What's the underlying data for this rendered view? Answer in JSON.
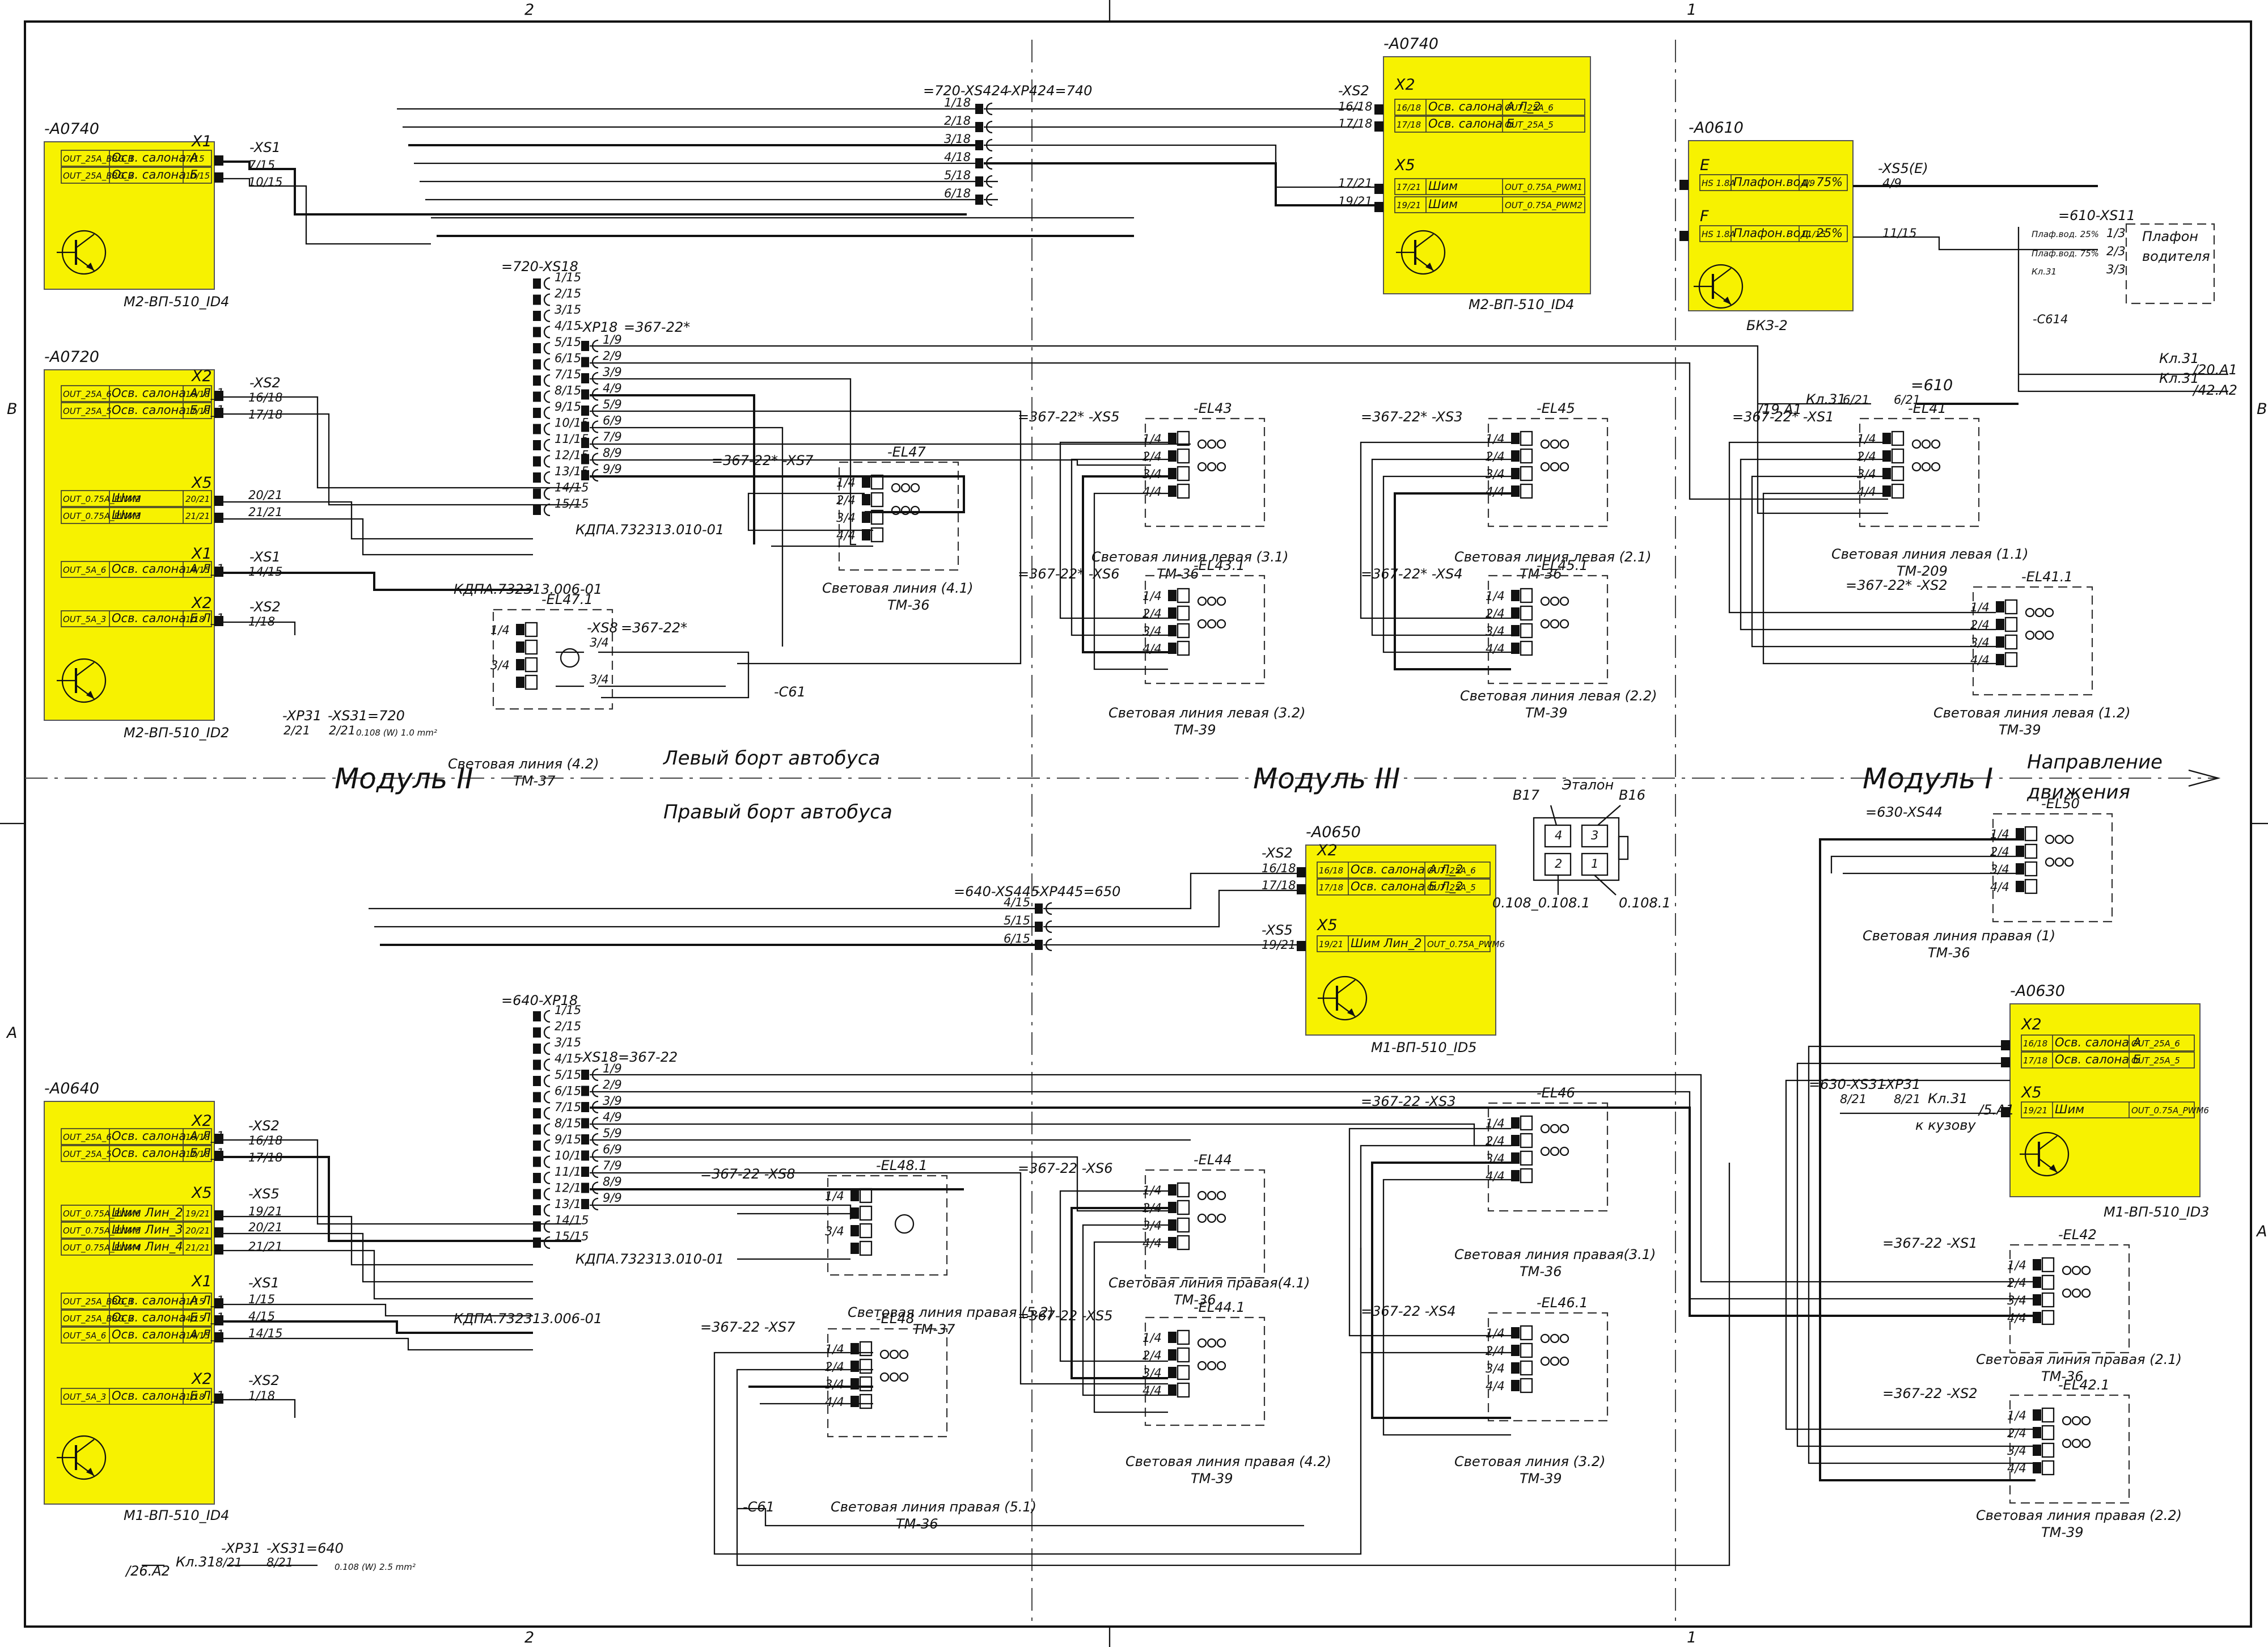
{
  "sheet": {
    "col_left": "2",
    "col_right": "1",
    "row_top": "B",
    "row_bottom": "A"
  },
  "zones": {
    "module2": "Модуль II",
    "module3": "Модуль III",
    "module1": "Модуль I",
    "left_side": "Левый борт автобуса",
    "right_side": "Правый борт автобуса",
    "direction_1": "Направление",
    "direction_2": "движения"
  },
  "colors": {
    "module_fill": "#f7f200"
  },
  "modules": [
    {
      "id": "-A0740",
      "name": "М2-ВП-510_ID4",
      "groups": [
        {
          "conn": "X1",
          "rows": [
            [
              "OUT_25A_BRG_1",
              "Осв. салона А",
              "7/15"
            ],
            [
              "OUT_25A_BRG_2",
              "Осв. салона Б",
              "10/15"
            ]
          ]
        }
      ]
    },
    {
      "id": "-A0720",
      "name": "М2-ВП-510_ID2",
      "groups": [
        {
          "conn": "X2",
          "rows": [
            [
              "OUT_25A_6",
              "Осв. салона А Л_1",
              "16/18"
            ],
            [
              "OUT_25A_5",
              "Осв. салона Б Л_1",
              "17/18"
            ]
          ]
        },
        {
          "conn": "X5",
          "rows": [
            [
              "OUT_0.75A_PWM2",
              "Шим",
              "20/21"
            ],
            [
              "OUT_0.75A_PWM3",
              "Шим",
              "21/21"
            ]
          ]
        },
        {
          "conn": "X1",
          "rows": [
            [
              "OUT_5A_6",
              "Осв. салона А Л_1",
              "14/15"
            ]
          ]
        },
        {
          "conn": "X2",
          "rows": [
            [
              "OUT_5A_3",
              "Осв. салона Б Л_1",
              "1/18"
            ]
          ]
        }
      ]
    },
    {
      "id": "-A0740",
      "name": "М2-ВП-510_ID4",
      "groups": [
        {
          "conn": "X2",
          "rows": [
            [
              "16/18",
              "Осв. салона А Л_2",
              "OUT_25A_6"
            ],
            [
              "17/18",
              "Осв. салона Б",
              "OUT_25A_5"
            ]
          ]
        },
        {
          "conn": "X5",
          "rows": [
            [
              "17/21",
              "Шим",
              "OUT_0.75A_PWM1"
            ],
            [
              "19/21",
              "Шим",
              "OUT_0.75A_PWM2"
            ]
          ]
        }
      ]
    },
    {
      "id": "-A0610",
      "name": "БКЗ-2",
      "groups": [
        {
          "conn": "E",
          "rows": [
            [
              "HS 1.8A",
              "Плафон.вод. 75%",
              "4/9"
            ]
          ]
        },
        {
          "conn": "F",
          "rows": [
            [
              "HS 1.8A",
              "Плафон.вод. 25%",
              "11/15"
            ]
          ]
        }
      ]
    },
    {
      "id": "-A0650",
      "name": "М1-ВП-510_ID5",
      "groups": [
        {
          "conn": "X2",
          "rows": [
            [
              "16/18",
              "Осв. салона А Л_2",
              "OUT_25A_6"
            ],
            [
              "17/18",
              "Осв. салона Б Л_2",
              "OUT_25A_5"
            ]
          ]
        },
        {
          "conn": "X5",
          "rows": [
            [
              "19/21",
              "Шим Лин_2",
              "OUT_0.75A_PWM6"
            ]
          ]
        }
      ]
    },
    {
      "id": "-A0630",
      "name": "М1-ВП-510_ID3",
      "groups": [
        {
          "conn": "X2",
          "rows": [
            [
              "16/18",
              "Осв. салона А",
              "OUT_25A_6"
            ],
            [
              "17/18",
              "Осв. салона Б",
              "OUT_25A_5"
            ]
          ]
        },
        {
          "conn": "X5",
          "rows": [
            [
              "19/21",
              "Шим",
              "OUT_0.75A_PWM6"
            ]
          ]
        }
      ]
    },
    {
      "id": "-A0640",
      "name": "М1-ВП-510_ID4",
      "groups": [
        {
          "conn": "X2",
          "rows": [
            [
              "OUT_25A_6",
              "Осв. салона А Л_1",
              "16/18"
            ],
            [
              "OUT_25A_5",
              "Осв. салона Б Л_1",
              "17/18"
            ]
          ]
        },
        {
          "conn": "X5",
          "rows": [
            [
              "OUT_0.75A_PWM6",
              "Шим Лин_2",
              "19/21"
            ],
            [
              "OUT_0.75A_PWM5",
              "Шим Лин_3",
              "20/21"
            ],
            [
              "OUT_0.75A_PWM4",
              "Шим Лин_4",
              "21/21"
            ]
          ]
        },
        {
          "conn": "X1",
          "rows": [
            [
              "OUT_25A_BRG_1",
              "Осв. салона А Л_1",
              "1/15"
            ],
            [
              "OUT_25A_BRG_2",
              "Осв. салона Б Л_1",
              "4/15"
            ],
            [
              "OUT_5A_6",
              "Осв. салона А Л_1",
              "14/15"
            ]
          ]
        },
        {
          "conn": "X2",
          "rows": [
            [
              "OUT_5A_3",
              "Осв. салона Б Л_1",
              "1/18"
            ]
          ]
        }
      ]
    }
  ],
  "connectors": {
    "xs1_a": "-XS1",
    "xs1_a_pins": [
      "7/15",
      "10/15"
    ],
    "xs2_b": "-XS2",
    "xs2_b_pins": [
      "16/18",
      "17/18"
    ],
    "xs5_b": "-XS5",
    "xs5_b_pins": [
      "20/21",
      "21/21"
    ],
    "xs1_b": "-XS1",
    "xs1_b_pin": "14/15",
    "xs2_b2": "-XS2",
    "xs2_b2_pin": "1/18",
    "xp31": "-XP31",
    "xs31": "-XS31=720",
    "xp31_pin": "2/21",
    "xs31_pin": "2/21",
    "xs424": "=720-XS424",
    "xp424": "-XP424=740",
    "xs424_pins": [
      "1/18",
      "2/18",
      "3/18",
      "4/18",
      "5/18",
      "6/18"
    ],
    "xs2_c": "-XS2",
    "xs2_c_pins": [
      "16/18",
      "17/18"
    ],
    "xs5_c": "-XS5",
    "xs5_c_pins": [
      "17/21",
      "19/21"
    ],
    "xs18_a": "=720-XS18",
    "xs18_a_pins": [
      "1/15",
      "2/15",
      "3/15",
      "4/15",
      "5/15",
      "6/15",
      "7/15",
      "8/15",
      "9/15",
      "10/15",
      "11/15",
      "12/15",
      "13/15",
      "14/15",
      "15/15"
    ],
    "xp18_a": "-XP18",
    "xp18_a_tag": "=367-22*",
    "xp18_a_pins": [
      "1/9",
      "2/9",
      "3/9",
      "4/9",
      "5/9",
      "6/9",
      "7/9",
      "8/9",
      "9/9"
    ],
    "kdpa_010_a": "КДПА.732313.010-01",
    "kdpa_006_a": "КДПА.732313.006-01",
    "xs55": "-XS5(E)",
    "xs55_pins": [
      "4/9",
      "11/15"
    ],
    "xs11": "=610-XS11",
    "xs11_pins": [
      "1/3",
      "2/3",
      "3/3"
    ],
    "plafon_1": "Плафон",
    "plafon_2": "водителя",
    "pl25": "Плаф.вод. 25%",
    "pl75": "Плаф.вод. 75%",
    "kl31": "Кл.31",
    "c614": "-C614",
    "kl31_20": "Кл.31",
    "ref_20": "/20.A1",
    "kl31_42": "Кл.31",
    "ref_42": "/42.A2",
    "n610": "=610",
    "n610_pin": "6/21",
    "kl31_19": "Кл.31",
    "kl31_19_pin": "6/21",
    "ref_19": "/19.A1",
    "xs8": "-XS8",
    "xs8_tag": "=367-22*",
    "xs8_pins": [
      "3/4",
      "3/4"
    ],
    "c61": "-C61",
    "wire_a0720": "0.108 (W) 1.0 mm²"
  },
  "lamps_top": [
    {
      "id": "-EL41",
      "tag": "=367-22*",
      "conn": "-XS1",
      "l1": "Световая линия левая (1.1)",
      "l2": "TM-209"
    },
    {
      "id": "-EL41.1",
      "tag": "=367-22*",
      "conn": "-XS2",
      "l1": "Световая линия левая (1.2)",
      "l2": "TM-39"
    },
    {
      "id": "-EL43",
      "tag": "=367-22*",
      "conn": "-XS5",
      "l1": "Световая линия левая (3.1)",
      "l2": "TM-36"
    },
    {
      "id": "-EL43.1",
      "tag": "=367-22*",
      "conn": "-XS6",
      "l1": "Световая линия левая (3.2)",
      "l2": "TM-39"
    },
    {
      "id": "-EL45",
      "tag": "=367-22*",
      "conn": "-XS3",
      "l1": "Световая линия левая (2.1)",
      "l2": "TM-36"
    },
    {
      "id": "-EL45.1",
      "tag": "=367-22*",
      "conn": "-XS4",
      "l1": "Световая линия левая (2.2)",
      "l2": "TM-39"
    },
    {
      "id": "-EL47",
      "tag": "=367-22*",
      "conn": "-XS7",
      "l1": "Световая линия (4.1)",
      "l2": "TM-36"
    },
    {
      "id": "-EL47.1",
      "tag": "",
      "conn": "",
      "l1": "Световая линия (4.2)",
      "l2": "TM-37"
    }
  ],
  "lamps_bottom": [
    {
      "id": "-EL50",
      "tag": "=630-XS44",
      "conn": "",
      "l1": "Световая линия правая (1)",
      "l2": "TM-36"
    },
    {
      "id": "-EL42",
      "tag": "=367-22",
      "conn": "-XS1",
      "l1": "Световая линия правая (2.1)",
      "l2": "TM-36"
    },
    {
      "id": "-EL42.1",
      "tag": "=367-22",
      "conn": "-XS2",
      "l1": "Световая линия правая (2.2)",
      "l2": "TM-39"
    },
    {
      "id": "-EL46",
      "tag": "=367-22",
      "conn": "-XS3",
      "l1": "Световая линия правая(3.1)",
      "l2": "TM-36"
    },
    {
      "id": "-EL46.1",
      "tag": "=367-22",
      "conn": "-XS4",
      "l1": "Световая линия (3.2)",
      "l2": "TM-39"
    },
    {
      "id": "-EL44",
      "tag": "=367-22",
      "conn": "-XS6",
      "l1": "Световая линия правая(4.1)",
      "l2": "TM-36"
    },
    {
      "id": "-EL44.1",
      "tag": "=367-22",
      "conn": "-XS5",
      "l1": "Световая линия правая (4.2)",
      "l2": "TM-39"
    },
    {
      "id": "-EL48",
      "tag": "=367-22",
      "conn": "-XS7",
      "l1": "Световая линия правая (5.1)",
      "l2": "TM-36"
    },
    {
      "id": "-EL48.1",
      "tag": "=367-22",
      "conn": "-XS8",
      "l1": "Световая линия правая (5.2)",
      "l2": "TM-37"
    }
  ],
  "bottom": {
    "xs445": "=640-XS445",
    "xp445": "-XP445=650",
    "xs445_pins": [
      "4/15",
      "5/15",
      "6/15"
    ],
    "xs2": "-XS2",
    "xs2_pins": [
      "16/18",
      "17/18"
    ],
    "xs5": "-XS5",
    "xs5_pin": "19/21",
    "xp18": "=640-XP18",
    "xs18": "-XS18=367-22",
    "kdpa_010": "КДПА.732313.010-01",
    "kdpa_006": "КДПА.732313.006-01",
    "xs2_l": "-XS2",
    "xs5_l": "-XS5",
    "xs1_l": "-XS1",
    "xs2_l2": "-XS2",
    "xs2_l_pins": [
      "16/18",
      "17/18"
    ],
    "xs5_l_pins": [
      "19/21",
      "20/21",
      "21/21"
    ],
    "xs1_l_pins": [
      "1/15",
      "4/15",
      "14/15"
    ],
    "xs2_l2_pin": "1/18",
    "xp31": "-XP31",
    "xs31": "-XS31=640",
    "kl31": "Кл.31",
    "p821": "8/21",
    "ref_26": "/26.A2",
    "xs31_630": "=630-XS31",
    "xp31_630": "-XP31",
    "k_kuzovu": "к кузову",
    "ref_5": "/5.A1",
    "c61": "-C61",
    "etalon": "Эталон",
    "b17": "B17",
    "b16": "B16",
    "ref108a": "0.108_0.108.1",
    "ref108b": "0.108.1",
    "wire_a0640": "0.108 (W) 2.5 mm²"
  }
}
